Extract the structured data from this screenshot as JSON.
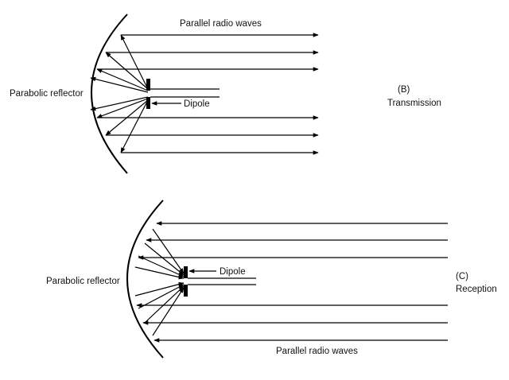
{
  "colors": {
    "ink": "#000000",
    "background": "#ffffff"
  },
  "transmission": {
    "waves_label": "Parallel radio waves",
    "reflector_label": "Parabolic reflector",
    "dipole_label": "Dipole",
    "panel_id": "(B)",
    "panel_label": "Transmission"
  },
  "reception": {
    "waves_label": "Parallel radio waves",
    "reflector_label": "Parabolic reflector",
    "dipole_label": "Dipole",
    "panel_id": "(C)",
    "panel_label": "Reception"
  }
}
